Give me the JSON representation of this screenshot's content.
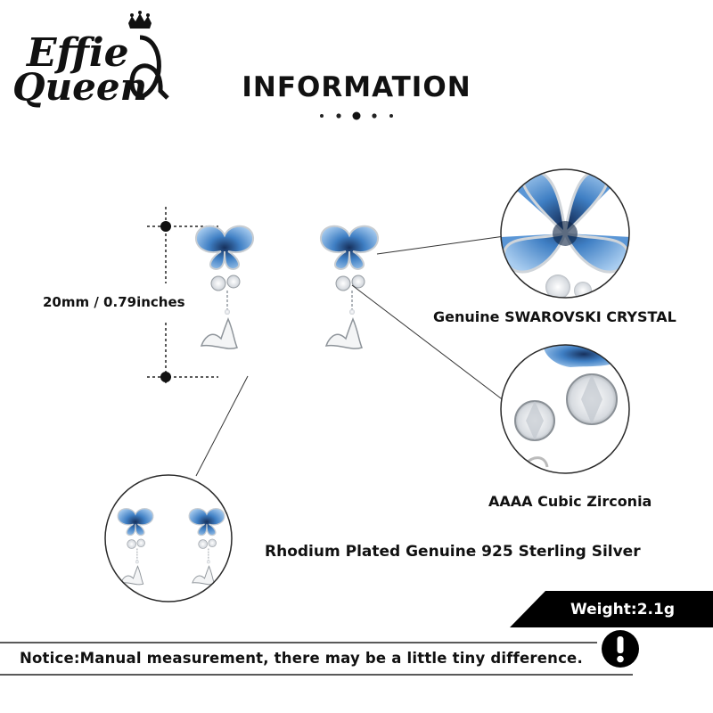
{
  "brand": {
    "line1": "Effie",
    "line2": "Queen"
  },
  "header": {
    "title": "INFORMATION"
  },
  "dimension": {
    "label": "20mm / 0.79inches"
  },
  "callouts": {
    "crystal": "Genuine SWAROVSKI CRYSTAL",
    "zirconia": "AAAA Cubic Zirconia",
    "silver": "Rhodium Plated Genuine 925 Sterling Silver"
  },
  "weight": {
    "label": "Weight:2.1g"
  },
  "notice": {
    "text": "Notice:Manual measurement, there may be a little tiny difference."
  },
  "colors": {
    "crystal_blue": "#3f7fc4",
    "crystal_dark": "#1d3f78",
    "banner_black": "#000000",
    "text": "#111111"
  },
  "icons": {
    "brand": "crown-icon",
    "warning": "exclamation-icon"
  }
}
